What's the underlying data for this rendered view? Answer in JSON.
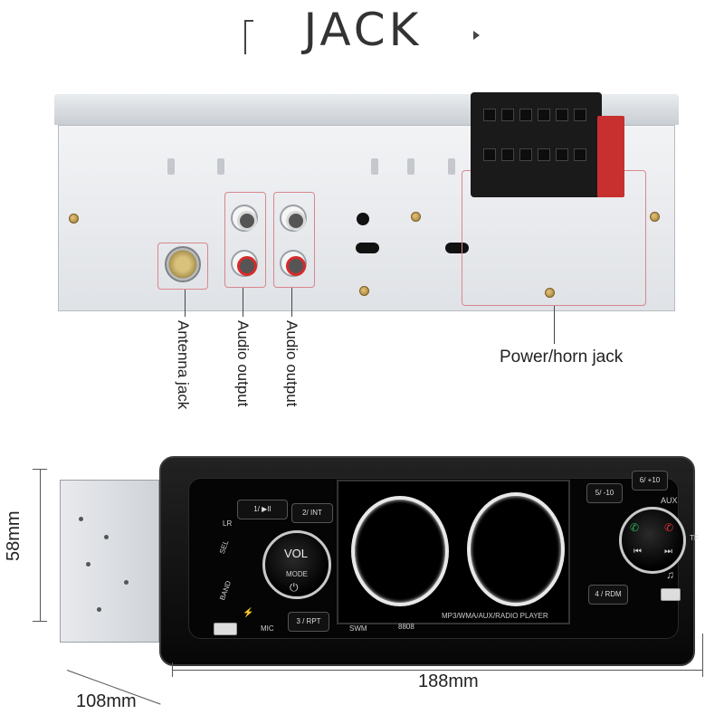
{
  "header": {
    "title": "JACK"
  },
  "back_panel": {
    "labels": {
      "antenna": "Antenna jack",
      "audio_1": "Audio output",
      "audio_2": "Audio output",
      "power": "Power/horn jack"
    }
  },
  "front_panel": {
    "buttons": {
      "b1": "1/ ▶II",
      "b2": "2/ INT",
      "b3": "3 / RPT",
      "b4": "4 / RDM",
      "b5": "5/ -10",
      "b6": "6/ +10"
    },
    "side_labels": {
      "sel": "SEL",
      "band": "BAND",
      "mic": "MIC",
      "lr": "LR",
      "aux": "AUX",
      "tf": "TF"
    },
    "knob": {
      "vol": "VOL",
      "mode": "MODE"
    },
    "brand": "SWM",
    "model": "8808",
    "player_text": "MP3/WMA/AUX/RADIO PLAYER",
    "icons": [
      "usb-icon",
      "power-icon",
      "phone-answer-icon",
      "phone-hangup-icon",
      "prev-icon",
      "next-icon",
      "music-note-icon"
    ]
  },
  "dimensions": {
    "height": "58mm",
    "width": "188mm",
    "depth": "108mm"
  }
}
